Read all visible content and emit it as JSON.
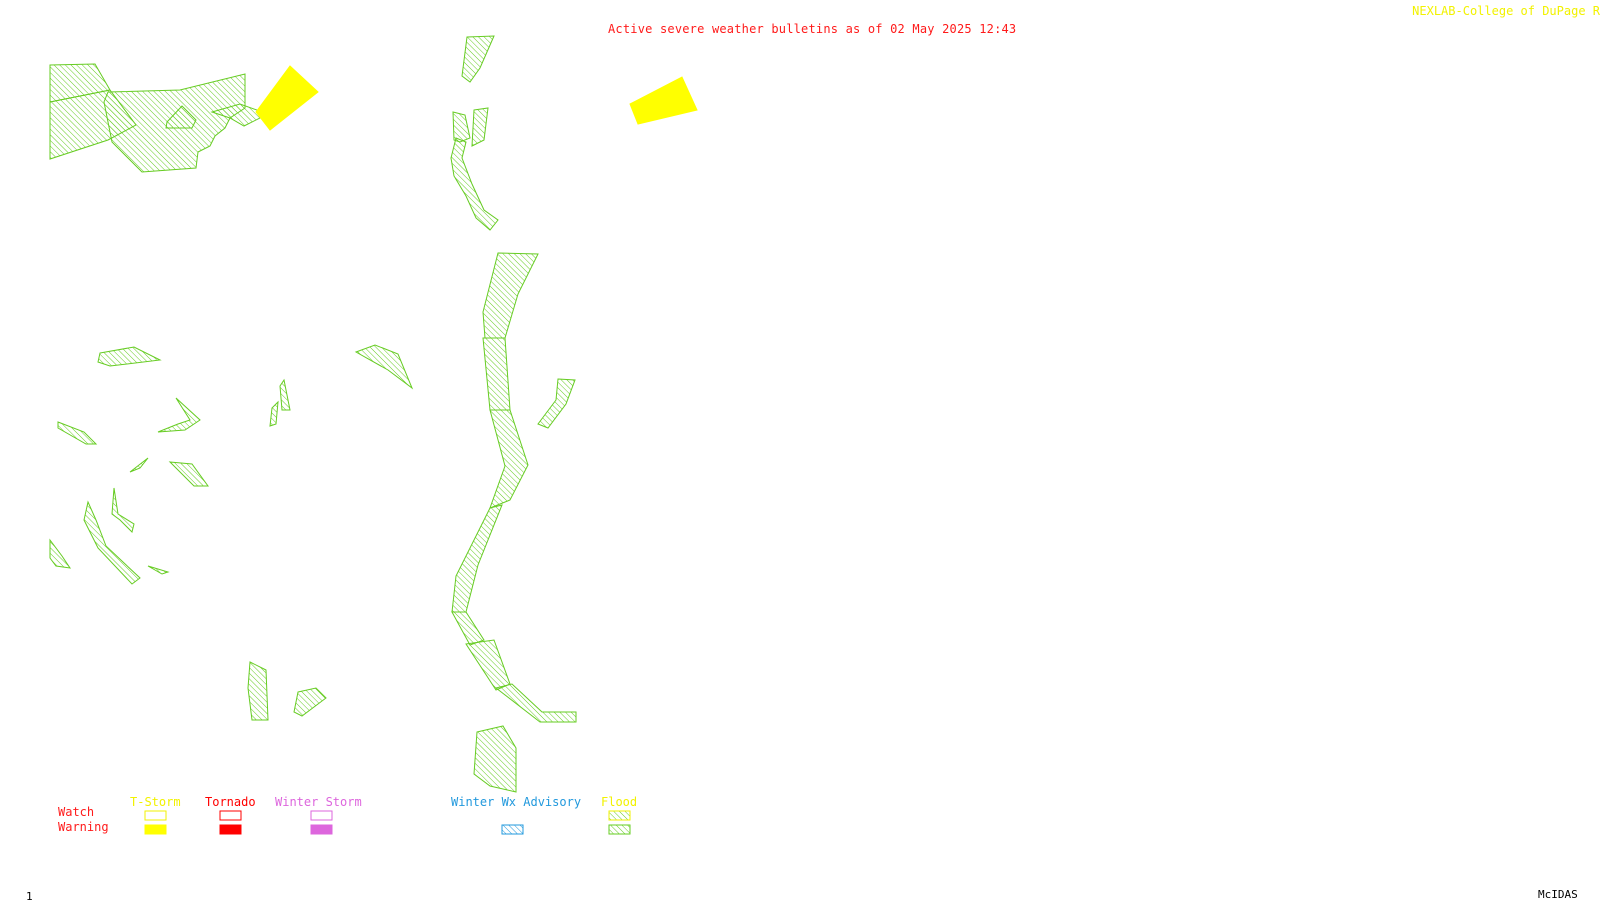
{
  "header": {
    "title": "Active severe weather bulletins as of 02 May 2025 12:43",
    "credit": "NEXLAB-College of DuPage R"
  },
  "footer": {
    "frame_number": "1",
    "brand": "McIDAS"
  },
  "legend": {
    "row_labels": {
      "watch": "Watch",
      "warning": "Warning"
    },
    "categories": [
      {
        "key": "tstorm",
        "label": "T-Storm",
        "color": "#f2f200",
        "watch_fill": "none",
        "warning_fill": "solid"
      },
      {
        "key": "tornado",
        "label": "Tornado",
        "color": "#ff0000",
        "watch_fill": "none",
        "warning_fill": "solid"
      },
      {
        "key": "winter_storm",
        "label": "Winter Storm",
        "color": "#dd66dd",
        "watch_fill": "none",
        "warning_fill": "solid"
      },
      {
        "key": "winter_wx_advisory",
        "label": "Winter Wx Advisory",
        "color": "#2299dd",
        "watch_fill": "blank",
        "warning_fill": "hatch"
      },
      {
        "key": "flood",
        "label": "Flood",
        "color": "#66cc22",
        "watch_fill": "hatch",
        "warning_fill": "hatch"
      }
    ]
  },
  "colors": {
    "flood": "#66cc22",
    "tstorm_warning": "#ffff00",
    "title": "#ff1a1a",
    "row_label": "#ff1a1a"
  }
}
